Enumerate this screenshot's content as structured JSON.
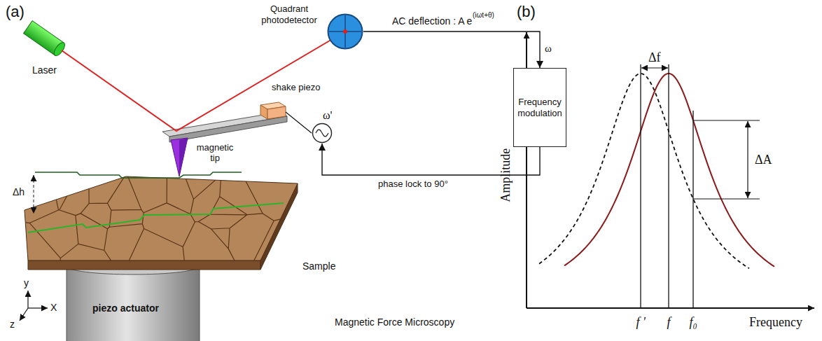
{
  "diagram": {
    "nodes": [
      {
        "text": [
          "Quadrant photodetector"
        ]
      },
      {
        "text": [
          "Frequency modulation"
        ]
      },
      {
        "text": [
          "ω'"
        ]
      }
    ],
    "edges": [
      {
        "from": 0,
        "to": 1,
        "arrow": "to",
        "label": "ω"
      },
      {
        "from": 1,
        "to": 2,
        "arrow": "to",
        "label": "phase lock to 90°"
      }
    ],
    "labels": [
      "(a)",
      "Laser",
      "AC deflection : A e",
      "(iωt+θ)",
      "shake piezo",
      "magnetic tip",
      "Δh",
      "y",
      "X",
      "z",
      "piezo actuator",
      "Sample",
      "Magnetic Force Microscopy",
      "(b)",
      "Amplitude",
      "Frequency",
      "Δf",
      "ΔA",
      "f '",
      "f",
      "f₀"
    ]
  }
}
